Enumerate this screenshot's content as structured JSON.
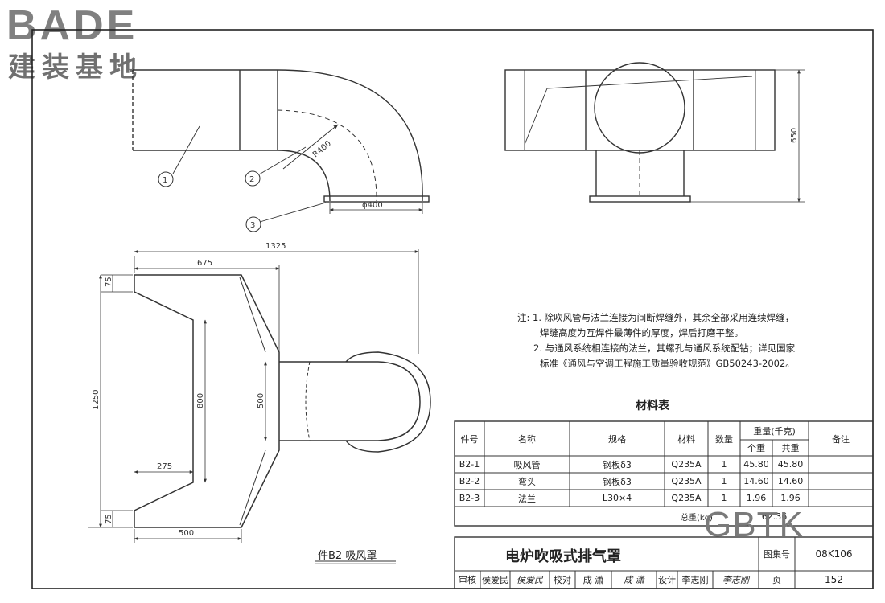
{
  "logo": {
    "brand": "BADE",
    "subtitle": "建装基地"
  },
  "dimensions": {
    "r400": "R400",
    "phi400": "ϕ400",
    "h650": "650",
    "w1325": "1325",
    "w675": "675",
    "h75_top": "75",
    "h1250": "1250",
    "h800": "800",
    "h500": "500",
    "w275": "275",
    "h75_bottom": "75",
    "w500": "500"
  },
  "callouts": [
    "1",
    "2",
    "3"
  ],
  "caption": "件B2  吸风罩",
  "notes": {
    "prefix": "注:",
    "line1": "1. 除吹风管与法兰连接为间断焊缝外，其余全部采用连续焊缝，",
    "line2": "焊缝高度为互焊件最薄件的厚度，焊后打磨平整。",
    "line3": "2. 与通风系统相连接的法兰，其螺孔与通风系统配钻；详见国家",
    "line4": "标准《通风与空调工程施工质量验收规范》GB50243-2002。"
  },
  "material_table": {
    "title": "材料表",
    "headers": {
      "part_no": "件号",
      "name": "名称",
      "spec": "规格",
      "material": "材料",
      "qty": "数量",
      "weight": "重量(千克)",
      "unit_weight": "个重",
      "total_weight": "共重",
      "remarks": "备注"
    },
    "rows": [
      {
        "part_no": "B2-1",
        "name": "吸风管",
        "spec": "钢板δ3",
        "material": "Q235A",
        "qty": "1",
        "unit_weight": "45.80",
        "total_weight": "45.80",
        "remarks": ""
      },
      {
        "part_no": "B2-2",
        "name": "弯头",
        "spec": "钢板δ3",
        "material": "Q235A",
        "qty": "1",
        "unit_weight": "14.60",
        "total_weight": "14.60",
        "remarks": ""
      },
      {
        "part_no": "B2-3",
        "name": "法兰",
        "spec": "L30×4",
        "material": "Q235A",
        "qty": "1",
        "unit_weight": "1.96",
        "total_weight": "1.96",
        "remarks": ""
      }
    ],
    "total_label": "总重(kg)",
    "total_value": "62.36"
  },
  "watermark": "GBTK",
  "title_block": {
    "title": "电炉吹吸式排气罩",
    "atlas_label": "图集号",
    "atlas_no": "08K106",
    "review_label": "审核",
    "reviewer": "侯爱民",
    "reviewer_sig": "侯爱民",
    "check_label": "校对",
    "checker": "成  潇",
    "checker_sig": "成  潇",
    "design_label": "设计",
    "designer": "李志刚",
    "designer_sig": "李志刚",
    "page_label": "页",
    "page_no": "152"
  }
}
